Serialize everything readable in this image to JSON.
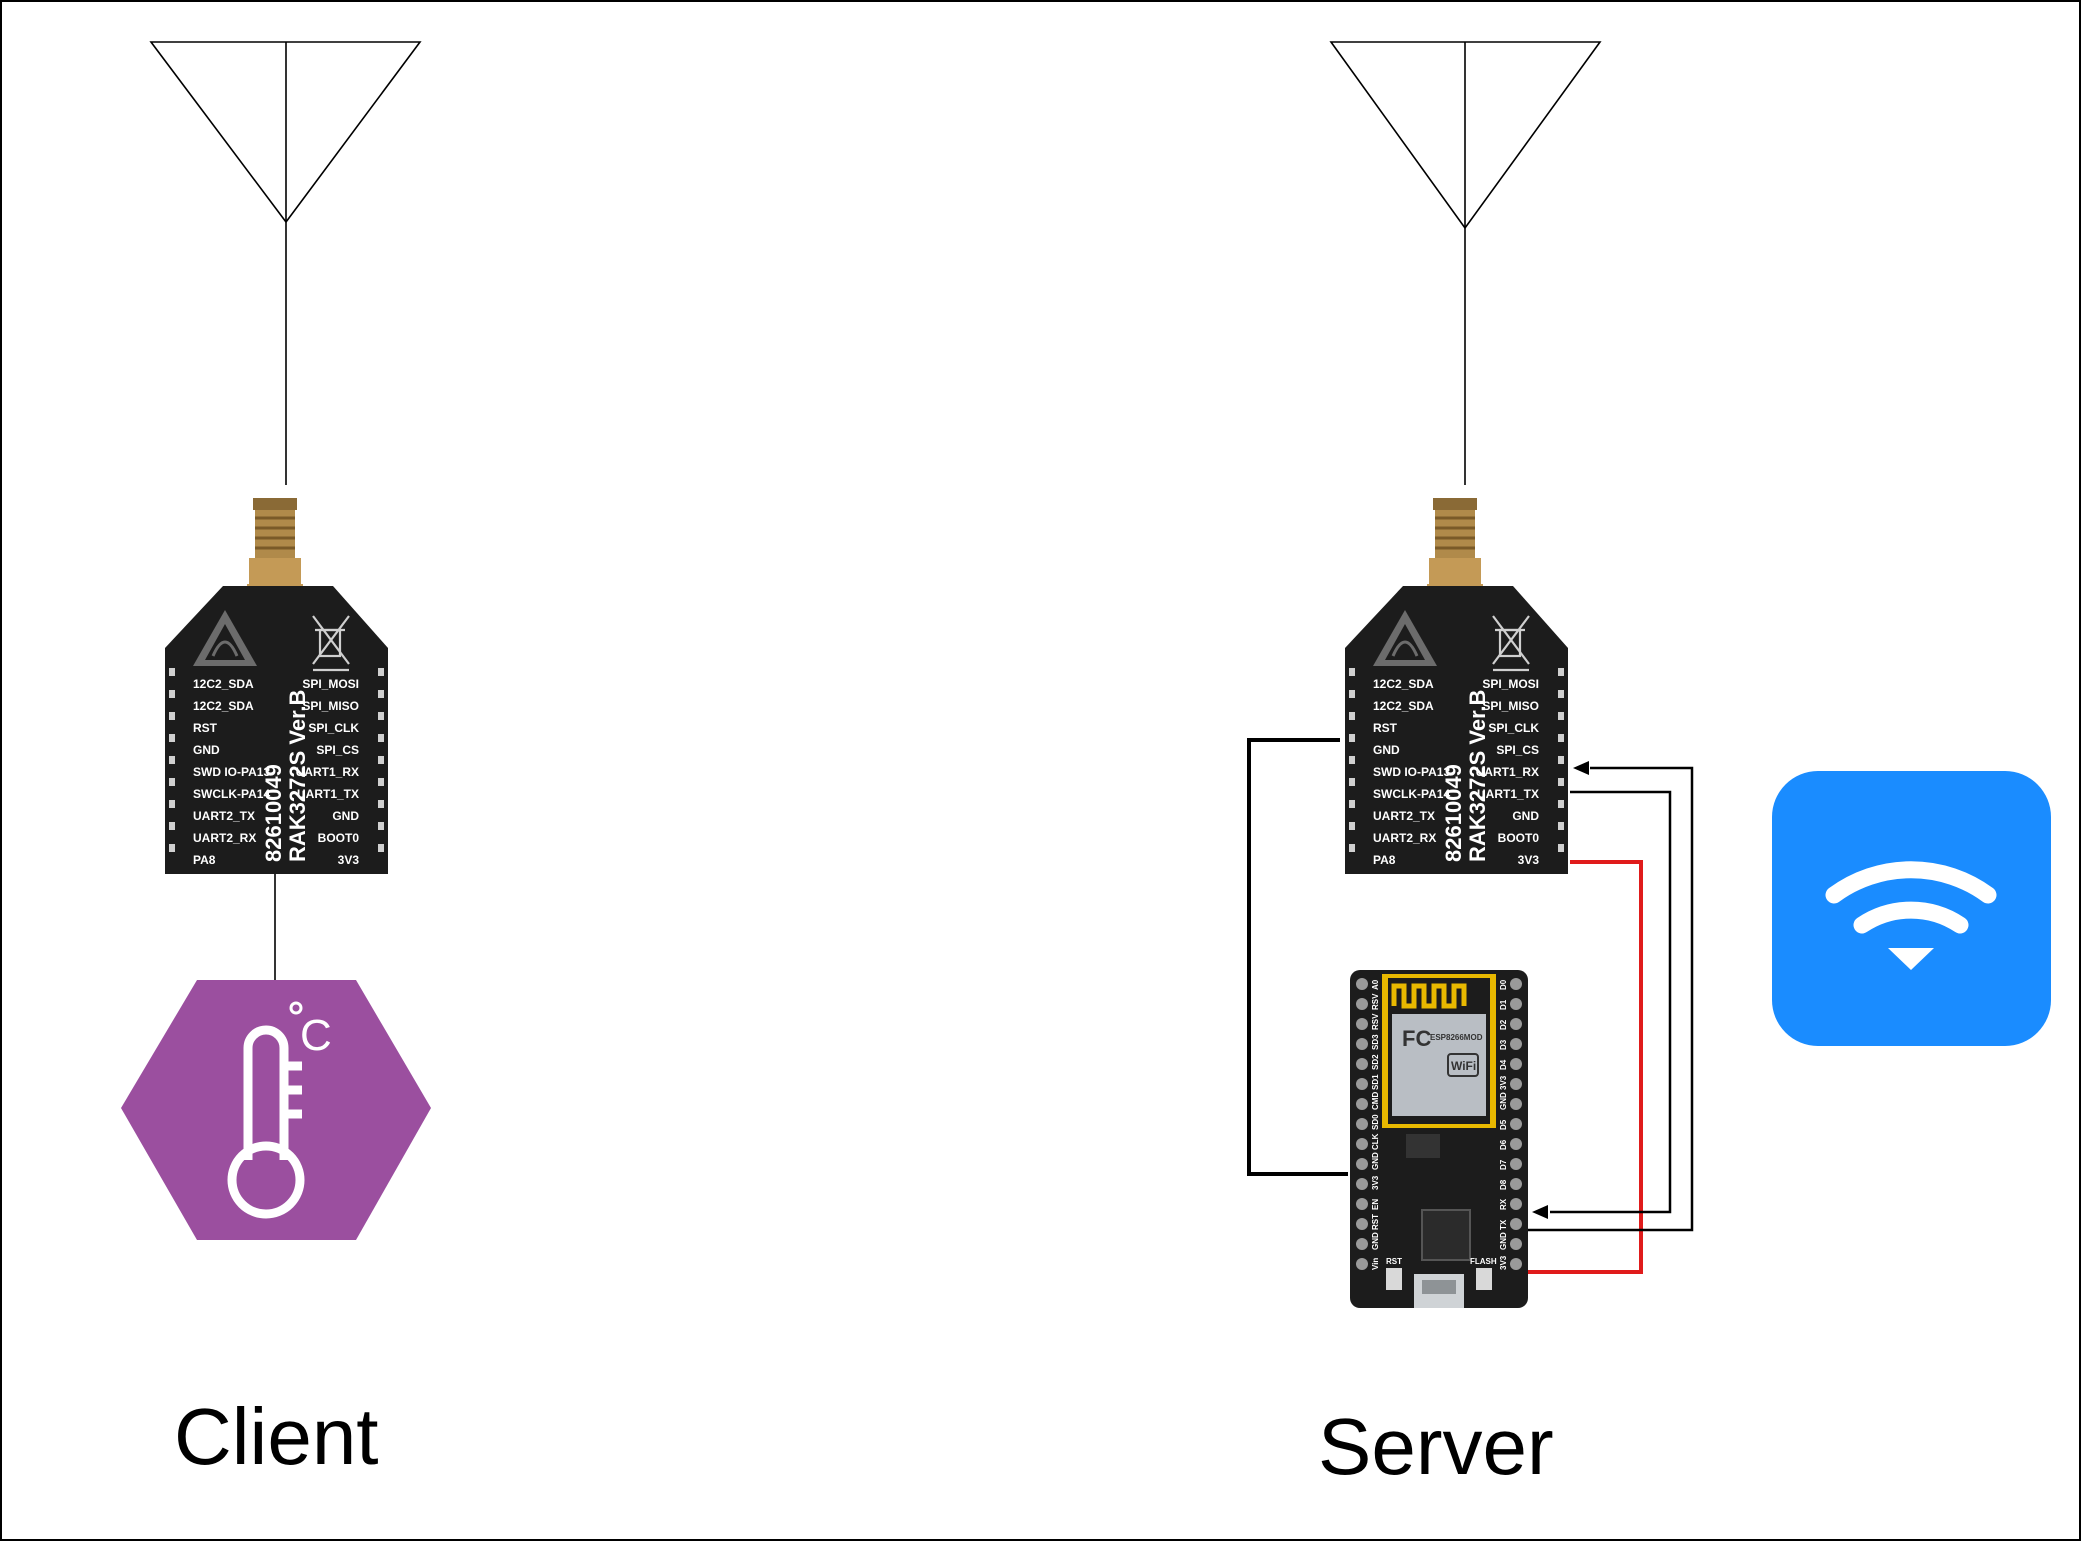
{
  "colors": {
    "board": "#1c1c1c",
    "sensor": "#9b4f9f",
    "wifi": "#1a8cff",
    "power_wire": "#e01b1b",
    "signal_wire": "#000000",
    "connector": "#b08a4a",
    "esp_header": "#e8b800"
  },
  "client": {
    "caption": "Client",
    "sensor": {
      "icon": "thermometer-icon",
      "unit": "C"
    }
  },
  "server": {
    "caption": "Server",
    "wifi": {
      "icon": "wifi-icon"
    }
  },
  "rak_module": {
    "part_number": "82610049",
    "model": "RAK3272S Ver.B",
    "left_pins": [
      "12C2_SDA",
      "12C2_SDA",
      "RST",
      "GND",
      "SWD IO-PA13",
      "SWCLK-PA14",
      "UART2_TX",
      "UART2_RX",
      "PA8"
    ],
    "right_pins": [
      "SPI_MOSI",
      "SPI_MISO",
      "SPI_CLK",
      "SPI_CS",
      "UART1_RX",
      "UART1_TX",
      "GND",
      "BOOT0",
      "3V3"
    ]
  },
  "esp_board": {
    "module_model": "ESP8266MOD",
    "wifi_badge": "WiFi",
    "fcc_mark": "FC",
    "left_pins": [
      "A0",
      "RSV",
      "RSV",
      "SD3",
      "SD2",
      "SD1",
      "CMD",
      "SD0",
      "CLK",
      "GND",
      "3V3",
      "EN",
      "RST",
      "GND",
      "Vin"
    ],
    "right_pins": [
      "D0",
      "D1",
      "D2",
      "D3",
      "D4",
      "3V3",
      "GND",
      "D5",
      "D6",
      "D7",
      "D8",
      "RX",
      "TX",
      "GND",
      "3V3"
    ],
    "buttons": [
      "RST",
      "FLASH"
    ]
  }
}
